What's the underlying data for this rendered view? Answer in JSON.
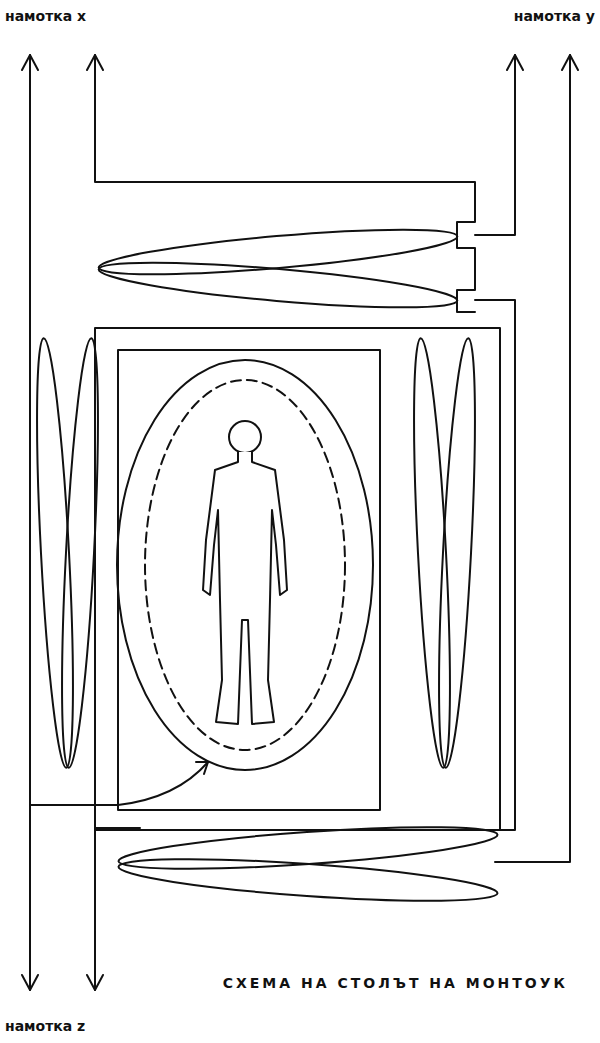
{
  "diagram": {
    "caption": "СХЕМА НА СТОЛЪТ НА МОНТОУК",
    "labels": [
      "намотка x",
      "намотка y",
      "намотка z"
    ]
  }
}
